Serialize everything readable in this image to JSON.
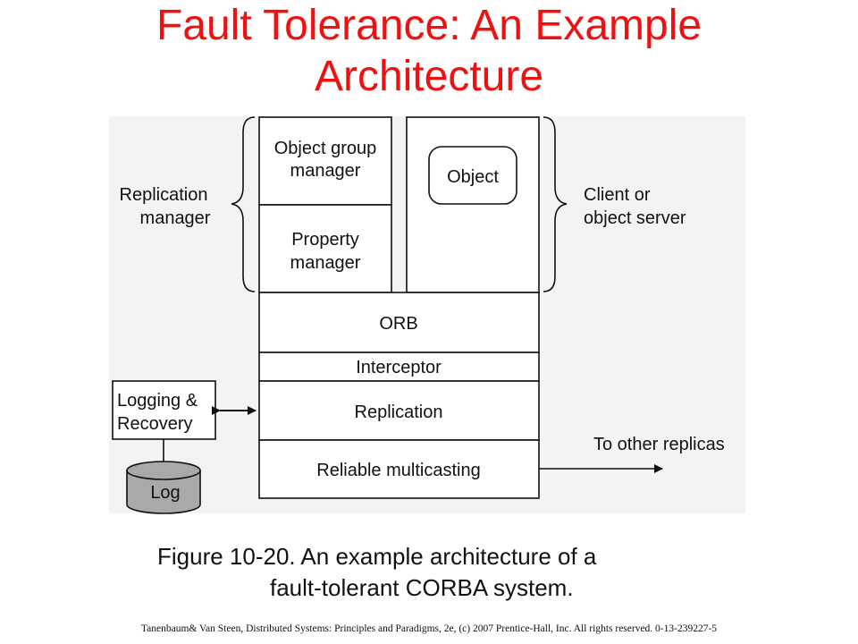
{
  "colors": {
    "title": "#ee1111",
    "log_fill": "#a9a9a9"
  },
  "title": {
    "line1": "Fault Tolerance: An Example",
    "line2": "Architecture"
  },
  "diagram": {
    "replication_manager": [
      "Replication",
      "manager"
    ],
    "object_group_manager": [
      "Object group",
      "manager"
    ],
    "property_manager": [
      "Property",
      "manager"
    ],
    "object": "Object",
    "client_server": [
      "Client or",
      "object server"
    ],
    "orb": "ORB",
    "interceptor": "Interceptor",
    "replication": "Replication",
    "reliable_multicasting": "Reliable multicasting",
    "logging_recovery": [
      "Logging &",
      "Recovery"
    ],
    "log": "Log",
    "to_other_replicas": "To other replicas"
  },
  "caption": {
    "line1": "Figure 10-20. An example architecture of a",
    "line2": "fault-tolerant CORBA system."
  },
  "footer": "Tanenbaum& Van Steen, Distributed Systems: Principles and Paradigms, 2e, (c) 2007 Prentice-Hall, Inc. All rights reserved. 0-13-239227-5"
}
